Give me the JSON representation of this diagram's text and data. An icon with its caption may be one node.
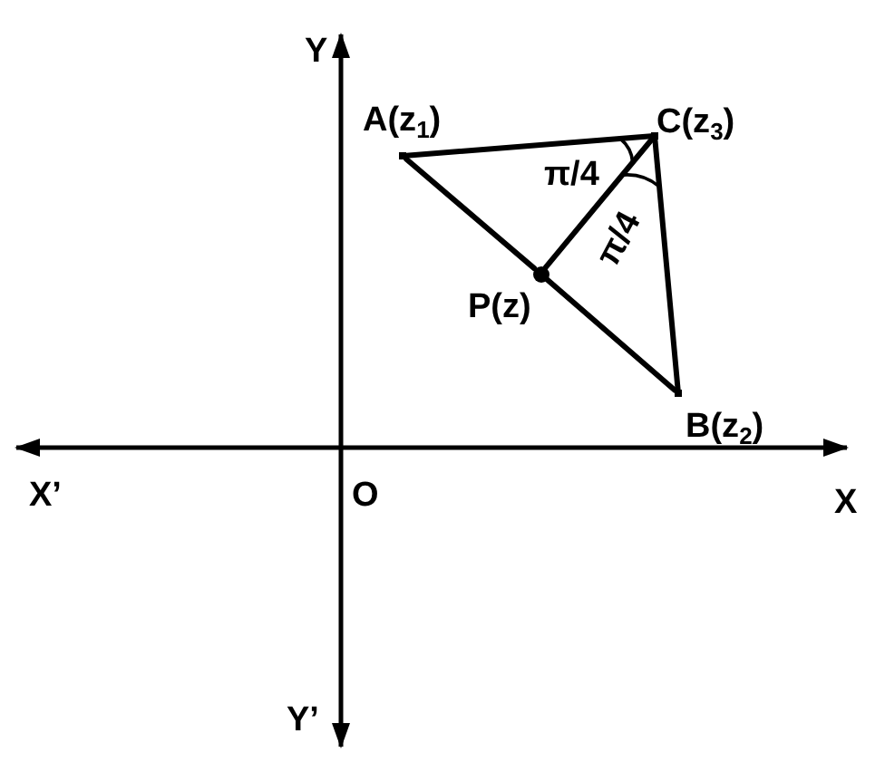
{
  "diagram": {
    "nodes": [
      {
        "text": [],
        "shape": "point",
        "beside": [
          "A(z$_{1}$)"
        ]
      },
      {
        "text": [],
        "shape": "point",
        "beside": [
          "C(z$_{3}$)"
        ]
      },
      {
        "text": [],
        "shape": "dot",
        "beside": [
          "P(z)"
        ]
      },
      {
        "text": [],
        "shape": "point",
        "beside": [
          "B(z$_{2}$)"
        ]
      }
    ],
    "edges": [
      {
        "from": 0,
        "to": 1,
        "arrow": "none"
      },
      {
        "from": 0,
        "to": 2,
        "arrow": "none"
      },
      {
        "from": 2,
        "to": 3,
        "arrow": "none"
      },
      {
        "from": 1,
        "to": 3,
        "arrow": "none"
      },
      {
        "from": 1,
        "to": 2,
        "arrow": "none"
      }
    ],
    "labels": [
      "Y",
      "π/4",
      "π/4",
      "X’",
      "O",
      "X",
      "Y’"
    ]
  }
}
